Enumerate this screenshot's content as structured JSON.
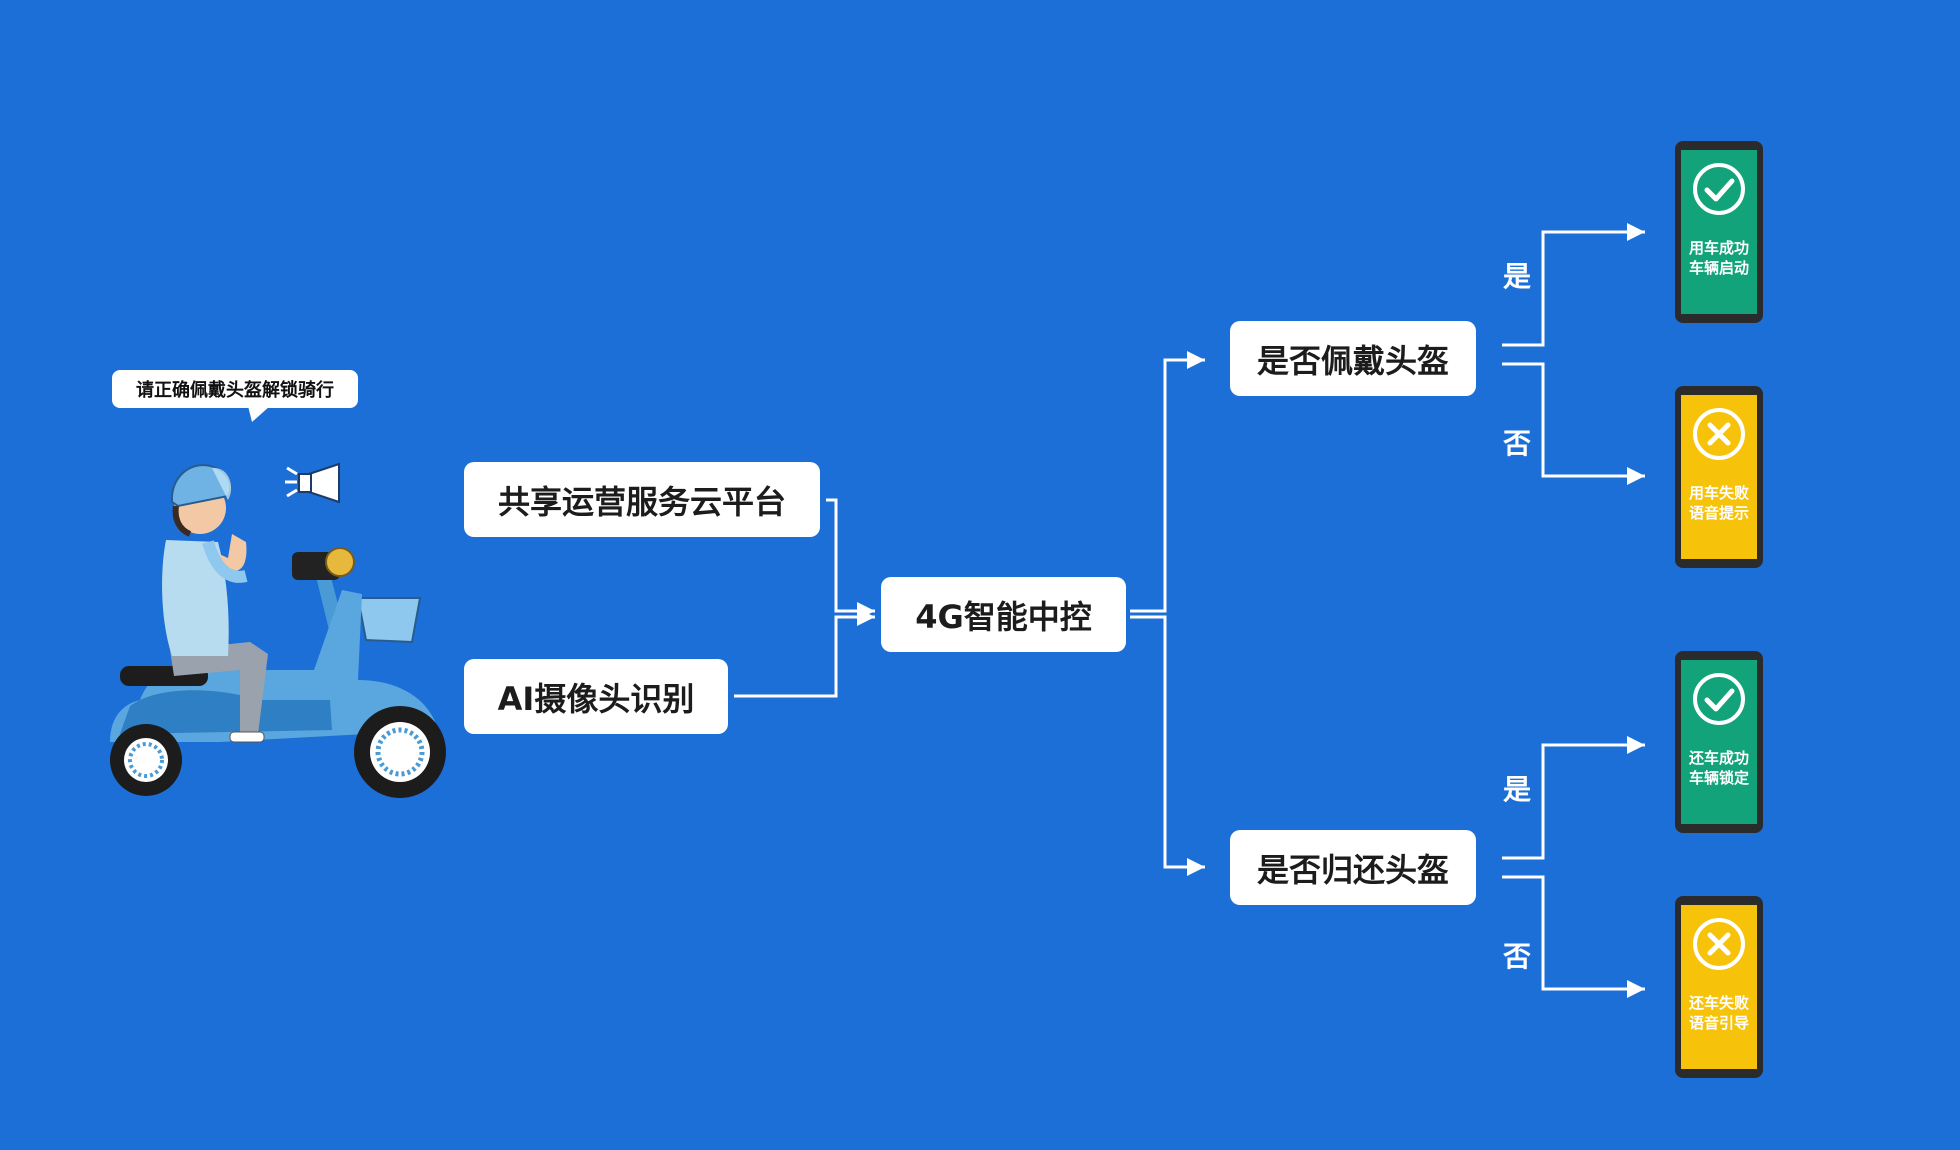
{
  "bubble": "请正确佩戴头盔解锁骑行",
  "nodes": {
    "cloud": "共享运营服务云平台",
    "camera": "AI摄像头识别",
    "controller": "4G智能中控",
    "wear_check": "是否佩戴头盔",
    "return_check": "是否归还头盔"
  },
  "branches": {
    "wear_yes": "是",
    "wear_no": "否",
    "return_yes": "是",
    "return_no": "否"
  },
  "results": [
    {
      "line1": "用车成功",
      "line2": "车辆启动",
      "status": "success",
      "color": "#12a37a",
      "icon": "check-circle-icon"
    },
    {
      "line1": "用车失败",
      "line2": "语音提示",
      "status": "fail",
      "color": "#f7c20a",
      "icon": "x-circle-icon"
    },
    {
      "line1": "还车成功",
      "line2": "车辆锁定",
      "status": "success",
      "color": "#12a37a",
      "icon": "check-circle-icon"
    },
    {
      "line1": "还车失败",
      "line2": "语音引导",
      "status": "fail",
      "color": "#f7c20a",
      "icon": "x-circle-icon"
    }
  ],
  "colors": {
    "background": "#1b6fd6",
    "line": "#ffffff"
  }
}
